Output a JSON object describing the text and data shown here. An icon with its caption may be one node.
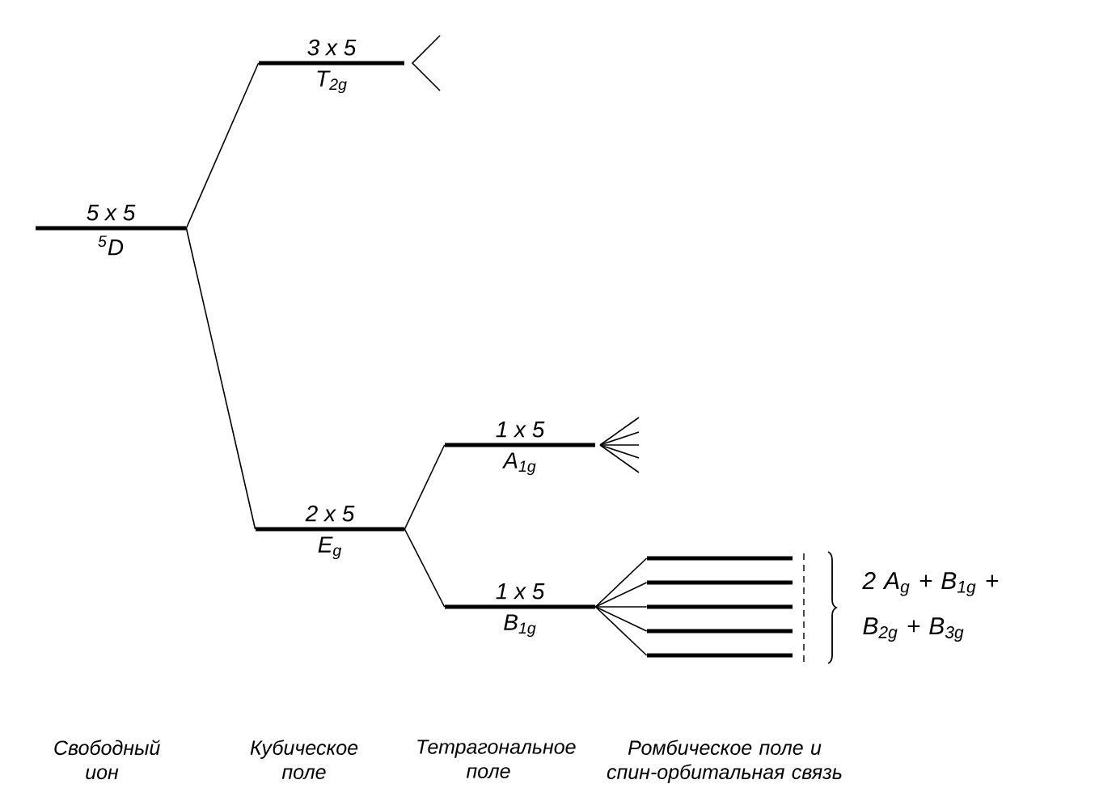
{
  "diagram": {
    "nodes": [
      {
        "text": [
          "5 x 5",
          "$^{5}$D"
        ]
      },
      {
        "text": [
          "3 x 5",
          "T$_{2g}$"
        ]
      },
      {
        "text": [
          "2 x 5",
          "E$_{g}$"
        ]
      },
      {
        "text": [
          "1 x 5",
          "A$_{1g}$"
        ]
      },
      {
        "text": [
          "1 x 5",
          "B$_{1g}$"
        ]
      },
      {
        "text": [],
        "shape": "bar"
      },
      {
        "text": [],
        "shape": "bar"
      },
      {
        "text": [],
        "shape": "bar"
      },
      {
        "text": [],
        "shape": "bar"
      },
      {
        "text": [],
        "shape": "bar"
      }
    ],
    "edges": [
      {
        "from": 0,
        "to": 1,
        "arrow": "none"
      },
      {
        "from": 0,
        "to": 2,
        "arrow": "none"
      },
      {
        "from": 2,
        "to": 3,
        "arrow": "none"
      },
      {
        "from": 2,
        "to": 4,
        "arrow": "none"
      },
      {
        "from": 4,
        "to": 5,
        "arrow": "none"
      },
      {
        "from": 4,
        "to": 6,
        "arrow": "none"
      },
      {
        "from": 4,
        "to": 7,
        "arrow": "none"
      },
      {
        "from": 4,
        "to": 8,
        "arrow": "none"
      },
      {
        "from": 4,
        "to": 9,
        "arrow": "none"
      }
    ],
    "labels": [
      "2 A$_{g}$ + B$_{1g}$ + B$_{2g}$ + B$_{3g}$",
      "Свободный ион",
      "Кубическое поле",
      "Тетрагональное поле",
      "Ромбическое поле и спин-орбитальная связь"
    ]
  }
}
